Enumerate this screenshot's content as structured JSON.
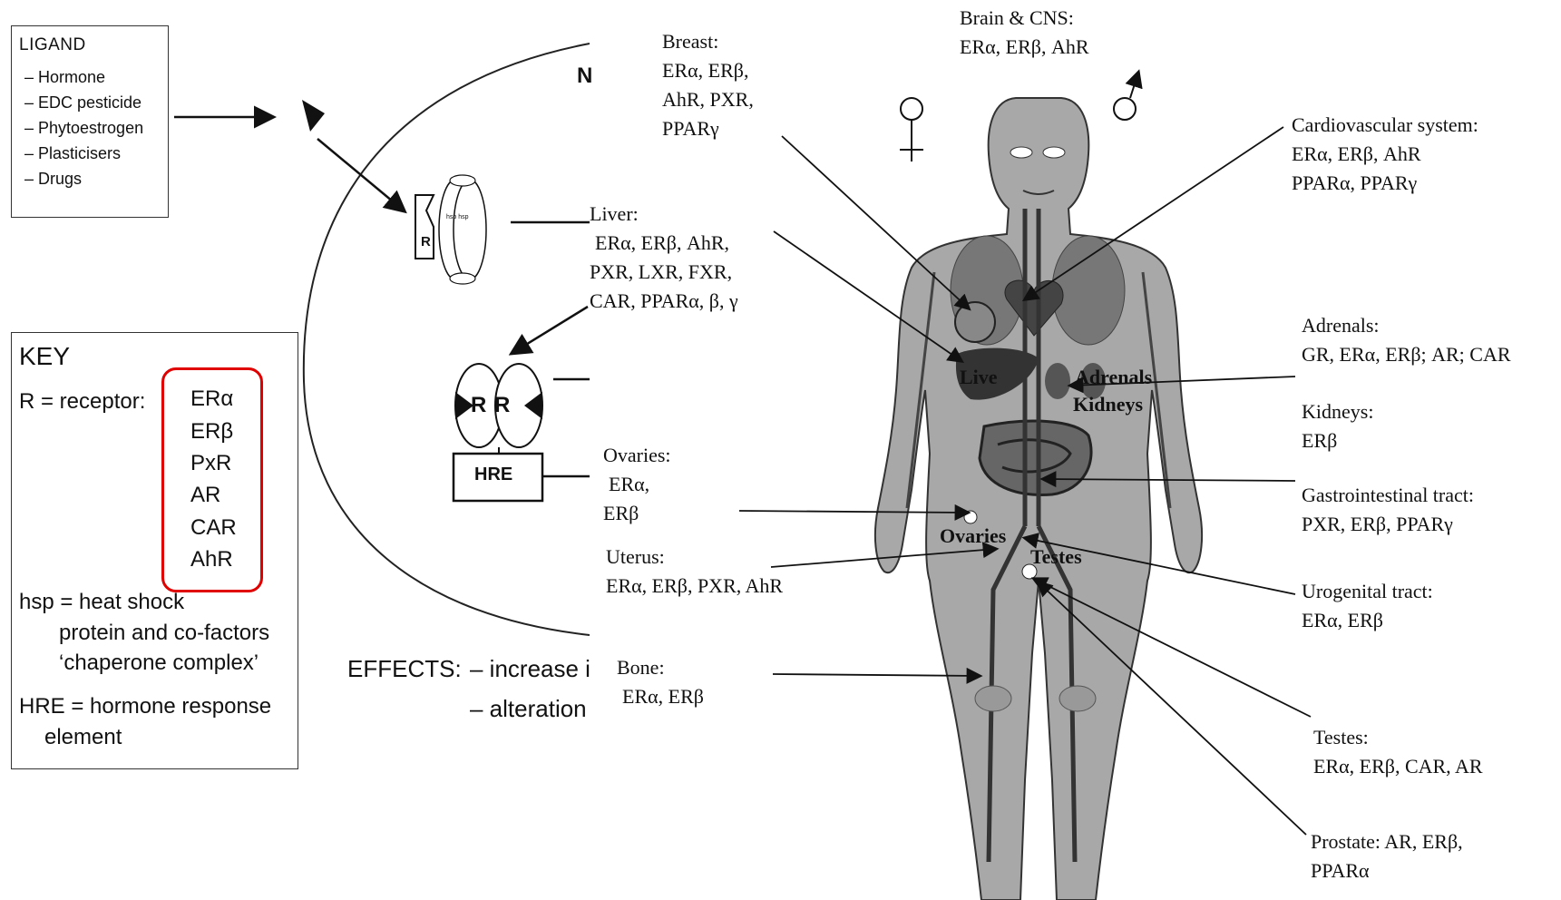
{
  "ligand": {
    "title": "LIGAND",
    "items": [
      "– Hormone",
      "– EDC pesticide",
      "– Phytoestrogen",
      "– Plasticisers",
      "– Drugs"
    ]
  },
  "key": {
    "title": "KEY",
    "receptor_label": "R = receptor:",
    "receptors": [
      "ERα",
      "ERβ",
      "PxR",
      "AR",
      "CAR",
      "AhR"
    ],
    "hsp_line1": "hsp = heat shock",
    "hsp_line2": "protein and co-factors",
    "hsp_line3": "‘chaperone complex’",
    "hre_line1": "HRE = hormone response",
    "hre_line2": "element"
  },
  "mechanism": {
    "cell_letter": "N",
    "receptor_letter": "R",
    "hsp_text": "hsp hsp",
    "dimer_left": "R",
    "dimer_right": "R",
    "hre_box": "HRE",
    "effects_label": "EFFECTS:",
    "effect_1": "– increase i",
    "effect_2": "– alteration"
  },
  "organs": {
    "brain": {
      "title": "Brain & CNS:",
      "receptors": "ERα, ERβ, AhR"
    },
    "breast": {
      "title": "Breast:",
      "line1": "ERα, ERβ,",
      "line2": "AhR, PXR,",
      "line3": "PPARγ"
    },
    "liver": {
      "title": "Liver:",
      "line1": "ERα, ERβ, AhR,",
      "line2": "PXR, LXR, FXR,",
      "line3": "CAR, PPARα, β, γ"
    },
    "cardio": {
      "title": "Cardiovascular system:",
      "line1": "ERα, ERβ, AhR",
      "line2": "PPARα, PPARγ"
    },
    "adrenals": {
      "title": "Adrenals:",
      "receptors": "GR, ERα, ERβ; AR; CAR"
    },
    "kidneys": {
      "title": "Kidneys:",
      "receptors": "ERβ"
    },
    "gi": {
      "title": "Gastrointestinal tract:",
      "receptors": "PXR, ERβ, PPARγ"
    },
    "ovaries": {
      "title": "Ovaries:",
      "line1": "ERα,",
      "line2": "ERβ"
    },
    "uterus": {
      "title": "Uterus:",
      "receptors": "ERα, ERβ, PXR, AhR"
    },
    "urogenital": {
      "title": "Urogenital tract:",
      "receptors": "ERα, ERβ"
    },
    "bone": {
      "title": "Bone:",
      "receptors": "ERα, ERβ"
    },
    "testes": {
      "title": "Testes:",
      "receptors": "ERα, ERβ, CAR, AR"
    },
    "prostate": {
      "title": "Prostate: AR, ERβ,",
      "line2": "PPARα"
    }
  },
  "body_labels": {
    "liver": "Live",
    "adrenals": "Adrenals",
    "kidneys": "Kidneys",
    "ovaries": "Ovaries",
    "testes": "Testes"
  },
  "symbols": {
    "female": "♀",
    "male": "♂"
  },
  "colors": {
    "highlight": "#e00000",
    "body_fill": "#a8a8a8",
    "organ_fill": "#444444"
  }
}
